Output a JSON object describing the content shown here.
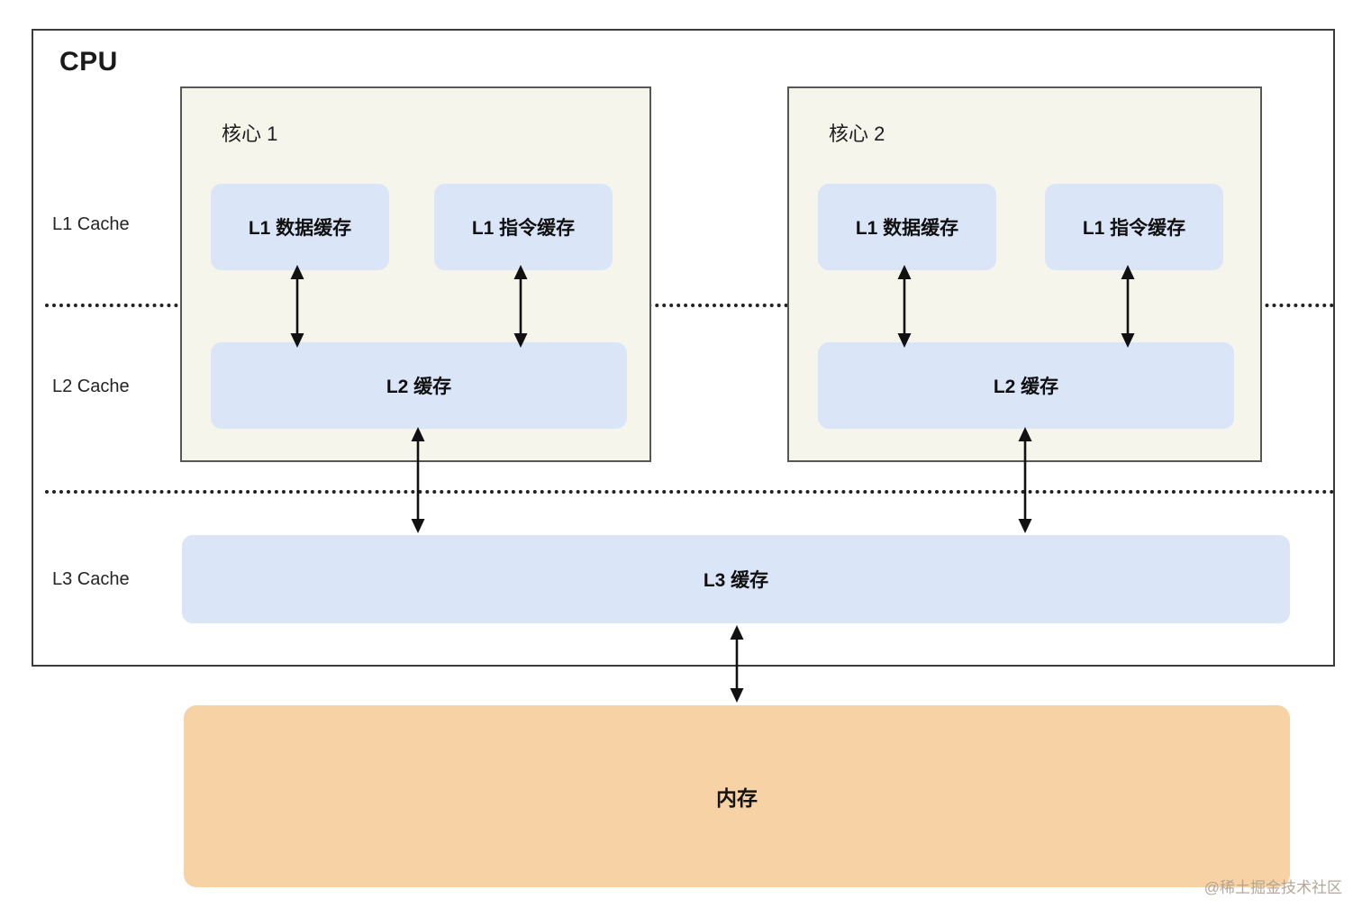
{
  "diagram": {
    "title": "CPU",
    "level_labels": [
      {
        "id": "l1",
        "text": "L1 Cache"
      },
      {
        "id": "l2",
        "text": "L2 Cache"
      },
      {
        "id": "l3",
        "text": "L3 Cache"
      }
    ],
    "cores": [
      {
        "title": "核心 1",
        "l1_data": "L1 数据缓存",
        "l1_instruction": "L1 指令缓存",
        "l2": "L2 缓存"
      },
      {
        "title": "核心 2",
        "l1_data": "L1 数据缓存",
        "l1_instruction": "L1 指令缓存",
        "l2": "L2 缓存"
      }
    ],
    "l3_cache": "L3 缓存",
    "memory": "内存",
    "watermark": "@稀土掘金技术社区",
    "colors": {
      "cache_fill": "#dbe5f8",
      "core_fill": "#f6f5ec",
      "memory_fill": "#f6d2a4",
      "outline": "#3b3b3b",
      "core_outline": "#575757",
      "arrow": "#111111",
      "background": "#ffffff"
    }
  }
}
